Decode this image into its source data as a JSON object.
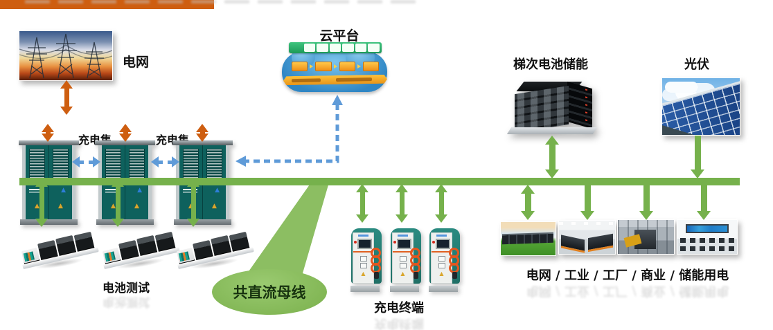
{
  "diagram": {
    "nodes": {
      "grid": {
        "label": "电网"
      },
      "cloud_platform": {
        "label": "云平台"
      },
      "battery_storage": {
        "label": "梯次电池储能"
      },
      "pv": {
        "label": "光伏"
      },
      "charging_cluster_left": {
        "label": "充电集"
      },
      "charging_cluster_right": {
        "label": "充电集"
      },
      "battery_test": {
        "label": "电池测试"
      },
      "dc_bus_callout": {
        "label": "共直流母线"
      },
      "charging_terminal": {
        "label": "充电终端"
      },
      "loads": {
        "label": "电网 / 工业 / 工厂 / 商业 / 储能用电"
      }
    },
    "colors": {
      "ac_bus_orange": "#CE5E10",
      "dc_bus_green": "#76B14C",
      "callout_green": "#8CBE62",
      "link_blue": "#5F9BD8",
      "cabinet_teal": "#0D5C59"
    },
    "icons": {
      "warning_triangle": "▲",
      "brand_mark": "▲"
    }
  }
}
